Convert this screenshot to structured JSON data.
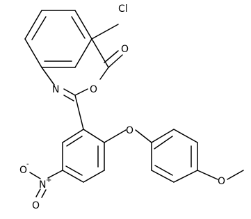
{
  "molecule": {
    "atoms": {
      "cl": "Cl",
      "carbonyl_o": "O",
      "ring_o": "O",
      "ring_n": "N",
      "ether_o": "O",
      "methoxy_o": "O",
      "nitro_n": "N",
      "nitro_n_charge": "+",
      "nitro_o_top": "O",
      "nitro_o_top_charge": "-",
      "nitro_o_bottom": "O"
    }
  }
}
